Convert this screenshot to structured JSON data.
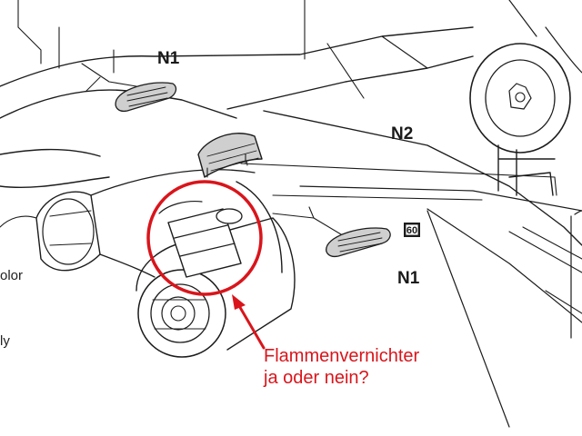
{
  "labels": {
    "n1_top": "N1",
    "n2": "N2",
    "n1_bottom": "N1",
    "part_number": "60"
  },
  "annotation": {
    "line1": "Flammenvernichter",
    "line2": "ja oder nein?"
  },
  "cropped_text": {
    "left1": "olor",
    "left2": "ly"
  },
  "colors": {
    "annotation": "#d9151b",
    "line": "#1c1c1c",
    "part_fill": "#cfcfcf"
  }
}
